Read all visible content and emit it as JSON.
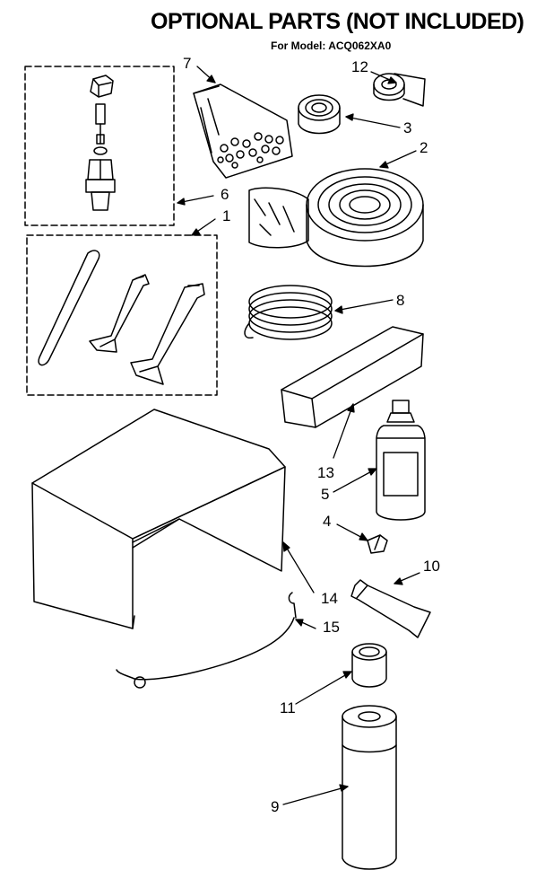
{
  "header": {
    "title": "OPTIONAL PARTS (NOT INCLUDED)",
    "subtitle": "For Model: ACQ062XA0"
  },
  "callouts": [
    "7",
    "12",
    "3",
    "2",
    "6",
    "1",
    "8",
    "13",
    "5",
    "4",
    "10",
    "14",
    "15",
    "11",
    "9"
  ],
  "parts": [
    {
      "id": "1",
      "name": "tubes-and-rod-kit-icon"
    },
    {
      "id": "2",
      "name": "tape-roll-large-icon"
    },
    {
      "id": "3",
      "name": "tape-roll-small-icon"
    },
    {
      "id": "4",
      "name": "valve-cap-icon"
    },
    {
      "id": "5",
      "name": "bottle-icon"
    },
    {
      "id": "6",
      "name": "valve-assembly-icon"
    },
    {
      "id": "7",
      "name": "bag-of-parts-icon"
    },
    {
      "id": "8",
      "name": "coiled-tubing-icon"
    },
    {
      "id": "9",
      "name": "spray-can-icon"
    },
    {
      "id": "10",
      "name": "tube-icon"
    },
    {
      "id": "11",
      "name": "cap-icon"
    },
    {
      "id": "12",
      "name": "tape-roll-icon"
    },
    {
      "id": "13",
      "name": "foam-block-icon"
    },
    {
      "id": "14",
      "name": "cover-icon"
    },
    {
      "id": "15",
      "name": "cord-with-hook-icon"
    }
  ]
}
